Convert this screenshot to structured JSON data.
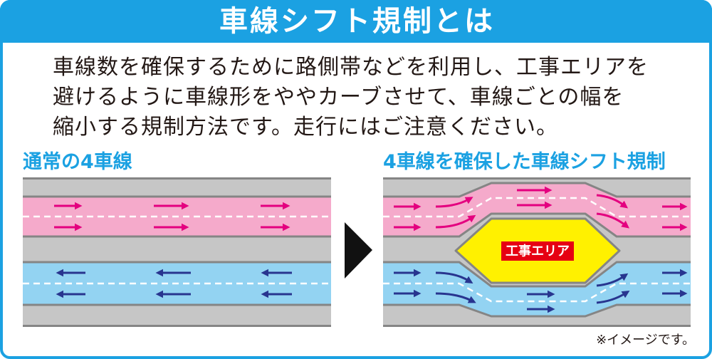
{
  "header": {
    "title": "車線シフト規制とは"
  },
  "description": {
    "lines": [
      "車線数を確保するために路側帯などを利用し、工事エリアを",
      "避けるように車線形をややカーブさせて、車線ごとの幅を",
      "縮小する規制方法です。走行にはご注意ください。"
    ]
  },
  "normal_lanes": {
    "label": "通常の4車線"
  },
  "lane_shift": {
    "label": "4車線を確保した車線シフト規制",
    "work_area_label": "工事エリア"
  },
  "note": "※イメージです。",
  "icons": {
    "transition_arrow": "triangle-right-icon"
  },
  "colors": {
    "accent": "#1ba1e2",
    "pink_lane": "#f5aacb",
    "blue_lane": "#93d3f2",
    "pink_arrow": "#e4007f",
    "blue_arrow": "#28358f",
    "work_area": "#fff100",
    "work_area_label": "#e60012",
    "road_shoulder": "#c6c6c6"
  }
}
